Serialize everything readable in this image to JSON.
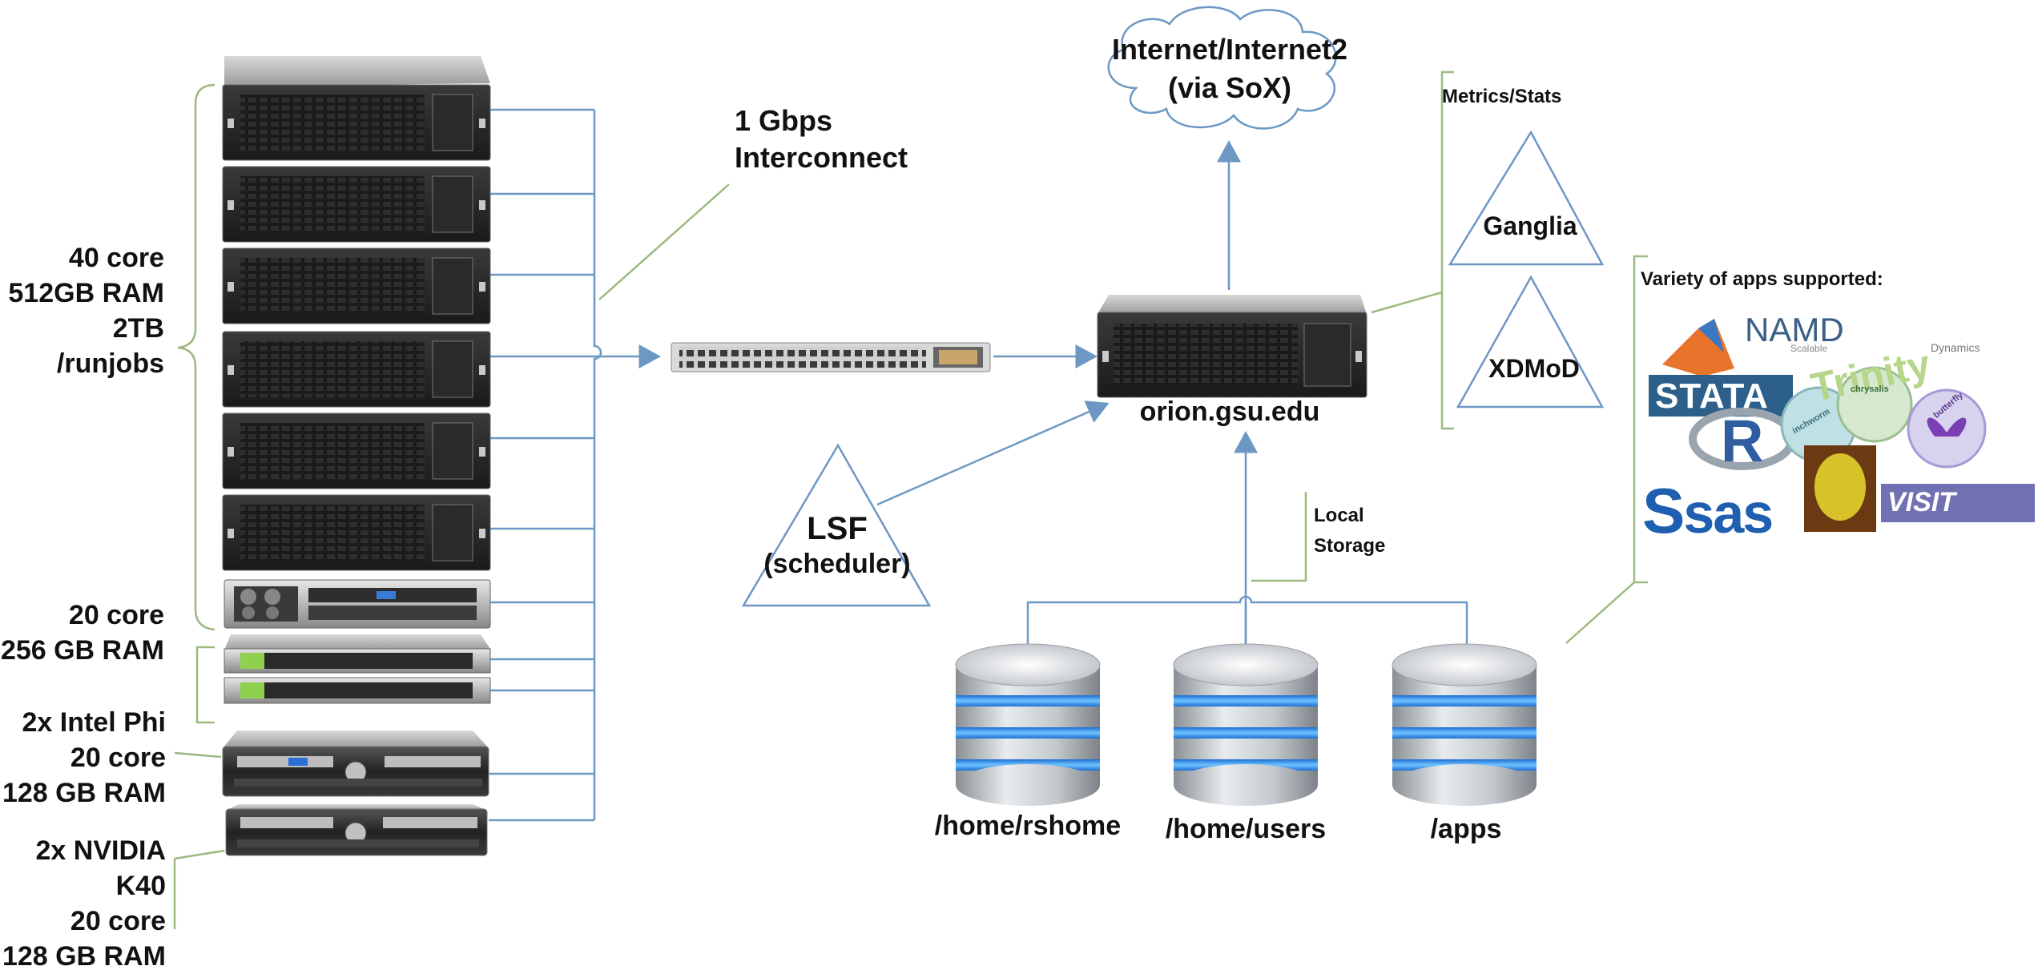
{
  "network": {
    "interconnect_line1": "1 Gbps",
    "interconnect_line2": "Interconnect",
    "internet_line1": "Internet/Internet2",
    "internet_line2": "(via SoX)",
    "head_node": "orion.gsu.edu"
  },
  "node_groups": [
    {
      "lines": [
        "40 core",
        "512GB RAM",
        "2TB /runjobs"
      ]
    },
    {
      "lines": [
        "20 core",
        "256 GB RAM"
      ]
    },
    {
      "lines": [
        "2x Intel Phi",
        "20 core",
        "128 GB RAM"
      ]
    },
    {
      "lines": [
        "2x NVIDIA K40",
        "20 core",
        "128 GB RAM"
      ]
    }
  ],
  "scheduler": {
    "name": "LSF",
    "sub": "(scheduler)"
  },
  "metrics": {
    "title": "Metrics/Stats",
    "tools": [
      "Ganglia",
      "XDMoD"
    ]
  },
  "storage": {
    "title_line1": "Local",
    "title_line2": "Storage",
    "volumes": [
      "/home/rshome",
      "/home/users",
      "/apps"
    ]
  },
  "apps": {
    "title": "Variety of apps supported:",
    "logos": {
      "namd": "NAMD",
      "namd_sub1": "Scalable",
      "namd_sub2": "Dynamics",
      "trinity": "Trinity",
      "stata": "STATA",
      "r": "R",
      "sas": "sas",
      "visit": "VISIT",
      "inchworm": "inchworm",
      "chrysalis": "chrysalis",
      "butterfly": "butterfly"
    }
  },
  "colors": {
    "line_blue": "#6d98c4",
    "bracket_green": "#9cba7f",
    "db_blue": "#3aa0e6",
    "triangle_stroke": "#6d98c4"
  }
}
